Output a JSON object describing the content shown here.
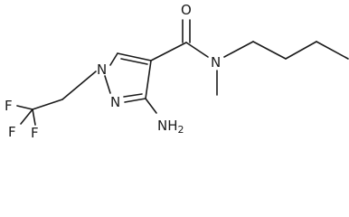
{
  "molecule": {
    "atoms": {
      "n1": "N",
      "n2": "N",
      "n_amide": "N",
      "o": "O",
      "nh2_n": "N",
      "nh2_h": "H",
      "nh2_sub": "2",
      "f1": "F",
      "f2": "F",
      "f3": "F"
    }
  }
}
